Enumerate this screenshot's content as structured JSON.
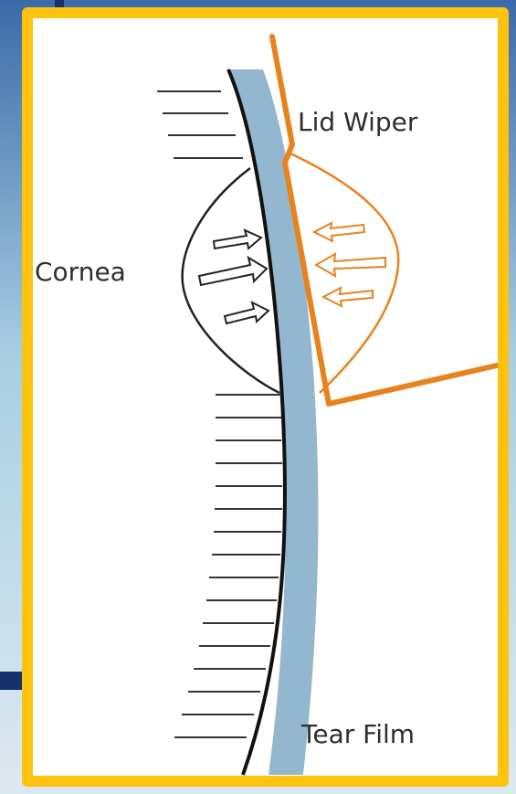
{
  "labels": {
    "lid_wiper": "Lid Wiper",
    "cornea": "Cornea",
    "tear_film": "Tear Film"
  },
  "colors": {
    "frame_border": "#ffc20e",
    "tear_film": "#93b7cf",
    "lid_wiper": "#e8821c",
    "cornea_line": "#111111",
    "background_blue": "#1a3a7a"
  }
}
